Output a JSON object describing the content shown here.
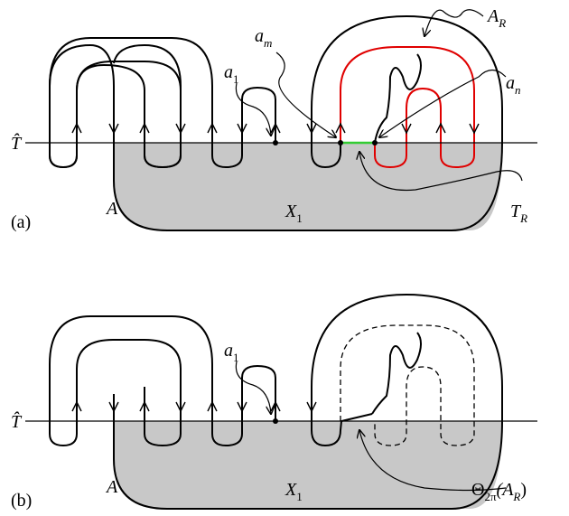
{
  "panel_a": {
    "label": "(a)",
    "T_hat": "T̂",
    "A": "A",
    "X": "X",
    "X_sub": "1",
    "a": "a",
    "a1_sub": "1",
    "am_sub": "m",
    "an_sub": "n",
    "AR": "A",
    "AR_sub": "R",
    "TR": "T",
    "TR_sub": "R"
  },
  "panel_b": {
    "label": "(b)",
    "T_hat": "T̂",
    "A": "A",
    "X": "X",
    "X_sub": "1",
    "a": "a",
    "a1_sub": "1",
    "theta": "Θ",
    "theta_sub": "2π",
    "theta_arg_open": "(A",
    "theta_arg_sub": "R",
    "theta_arg_close": ")"
  },
  "colors": {
    "red_loop": "#e00000",
    "green_segment": "#33cc33",
    "shade": "#c8c8c8"
  }
}
